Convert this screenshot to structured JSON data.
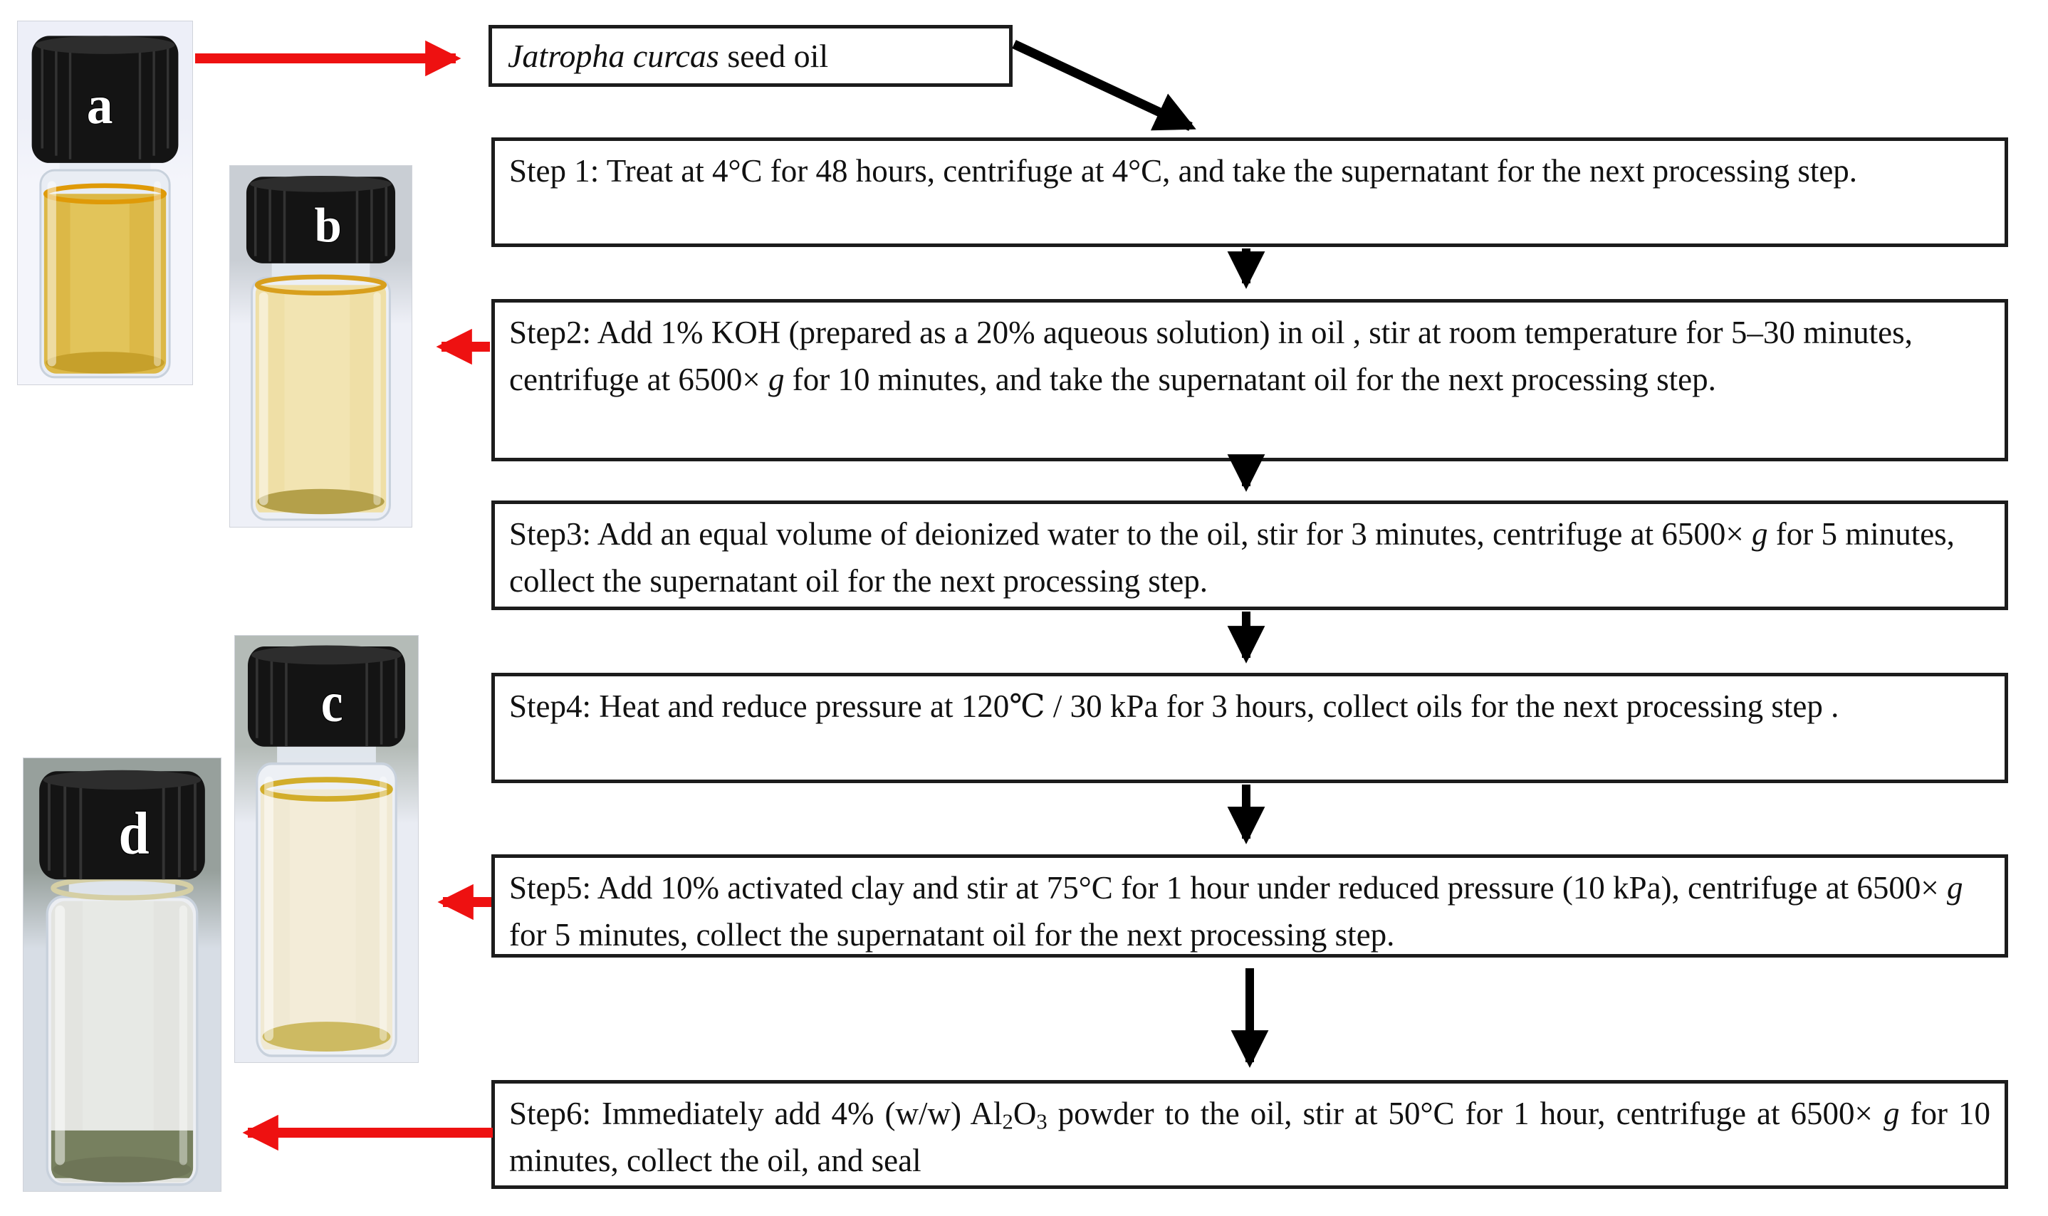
{
  "figure": {
    "type": "process-flowchart",
    "subject": "Jatropha curcas seed oil refining steps with photos of oil samples"
  },
  "colors": {
    "box_border": "#1c1c1c",
    "arrow_black": "#000000",
    "arrow_red": "#ee1111",
    "box_background": "#ffffff"
  },
  "source_box": {
    "segments": [
      {
        "t": "Jatropha curcas",
        "style": "italic"
      },
      {
        "t": " seed oil"
      }
    ]
  },
  "steps": [
    {
      "id": "step1",
      "segments": [
        {
          "t": "Step 1: Treat at 4°C for 48 hours, centrifuge at 4°C, and take the supernatant for the next processing step."
        }
      ]
    },
    {
      "id": "step2",
      "segments": [
        {
          "t": "Step2: Add 1% KOH (prepared as a 20% aqueous solution) in oil , stir at room temperature for 5–30 minutes, centrifuge at 6500× "
        },
        {
          "t": "g",
          "style": "italic"
        },
        {
          "t": " for 10 minutes, and take the supernatant oil for the next processing step."
        }
      ]
    },
    {
      "id": "step3",
      "segments": [
        {
          "t": "Step3: Add an equal volume of deionized water to the oil, stir for 3 minutes, centrifuge at 6500× "
        },
        {
          "t": "g",
          "style": "italic"
        },
        {
          "t": " for 5 minutes, collect the supernatant oil for the next processing step."
        }
      ]
    },
    {
      "id": "step4",
      "segments": [
        {
          "t": "Step4: Heat and reduce pressure at 120℃ / 30 kPa for 3 hours, collect oils for the next processing step ."
        }
      ]
    },
    {
      "id": "step5",
      "segments": [
        {
          "t": "Step5: Add 10% activated clay and stir at 75°C for 1 hour under reduced pressure (10 kPa), centrifuge at 6500× "
        },
        {
          "t": "g",
          "style": "italic"
        },
        {
          "t": " for 5 minutes, collect the supernatant oil for the next processing step."
        }
      ]
    },
    {
      "id": "step6",
      "segments": [
        {
          "t": "Step6: Immediately add 4% (w/w) Al"
        },
        {
          "t": "2",
          "style": "sub"
        },
        {
          "t": "O"
        },
        {
          "t": "3",
          "style": "sub"
        },
        {
          "t": " powder to the oil, stir at 50°C for 1 hour, centrifuge at 6500× "
        },
        {
          "t": "g",
          "style": "italic"
        },
        {
          "t": " for 10 minutes, collect the oil, and seal"
        }
      ]
    }
  ],
  "vials": [
    {
      "label": "a",
      "bg_top": "#edeff8",
      "bg_bottom": "#f4f5fb",
      "glass": "#e9edf4",
      "oil": "#dcb847",
      "oil_light": "#e8cd6a",
      "surface": "#df9a08",
      "bottom": "#c6a02b",
      "cap": "#141414"
    },
    {
      "label": "b",
      "bg_top": "#c9ced4",
      "bg_bottom": "#eef0f7",
      "glass": "#eceff5",
      "oil": "#efdfa6",
      "oil_light": "#f4e8bc",
      "surface": "#d89f1d",
      "bottom": "#b4a04a",
      "cap": "#141414"
    },
    {
      "label": "c",
      "bg_top": "#b4bbb7",
      "bg_bottom": "#e9ecf3",
      "glass": "#edf0f5",
      "oil": "#f0e9d3",
      "oil_light": "#f5efdd",
      "surface": "#d2ad2b",
      "bottom": "#cdba62",
      "cap": "#141414"
    },
    {
      "label": "d",
      "bg_top": "#97a09c",
      "bg_bottom": "#d7dde5",
      "glass": "#eceef2",
      "oil": "#e3e4e0",
      "oil_light": "#ebecea",
      "surface": "#d5cfa5",
      "bottom": "#6e7557",
      "sediment": "#77805f",
      "cap": "#141414"
    }
  ]
}
